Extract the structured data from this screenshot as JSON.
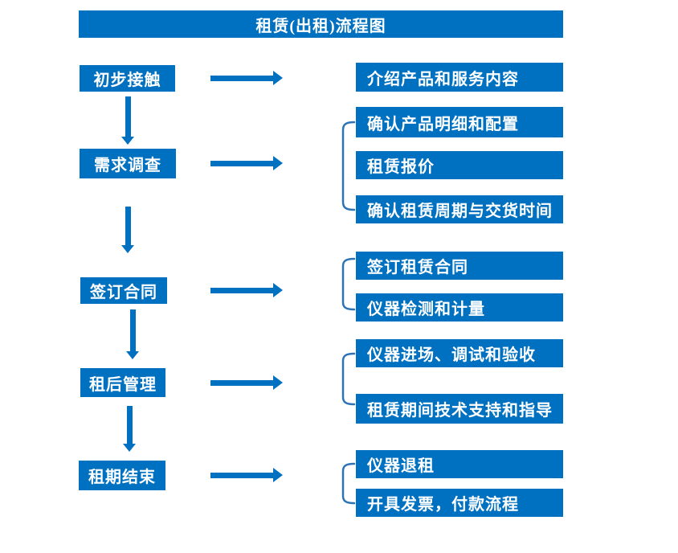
{
  "title": "租赁(出租)流程图",
  "flow": {
    "steps": [
      {
        "label": "初步接触",
        "outputs": [
          "介绍产品和服务内容"
        ]
      },
      {
        "label": "需求调查",
        "outputs": [
          "确认产品明细和配置",
          "租赁报价",
          "确认租赁周期与交货时间"
        ]
      },
      {
        "label": "签订合同",
        "outputs": [
          "签订租赁合同",
          "仪器检测和计量"
        ]
      },
      {
        "label": "租后管理",
        "outputs": [
          "仪器进场、调试和验收",
          "租赁期间技术支持和指导"
        ]
      },
      {
        "label": "租期结束",
        "outputs": [
          "仪器退租",
          "开具发票，付款流程"
        ]
      }
    ]
  },
  "colors": {
    "primary": "#0070C0",
    "bracket": "#2E74B5",
    "text_on_primary": "#FFFFFF",
    "background": "#FFFFFF"
  }
}
